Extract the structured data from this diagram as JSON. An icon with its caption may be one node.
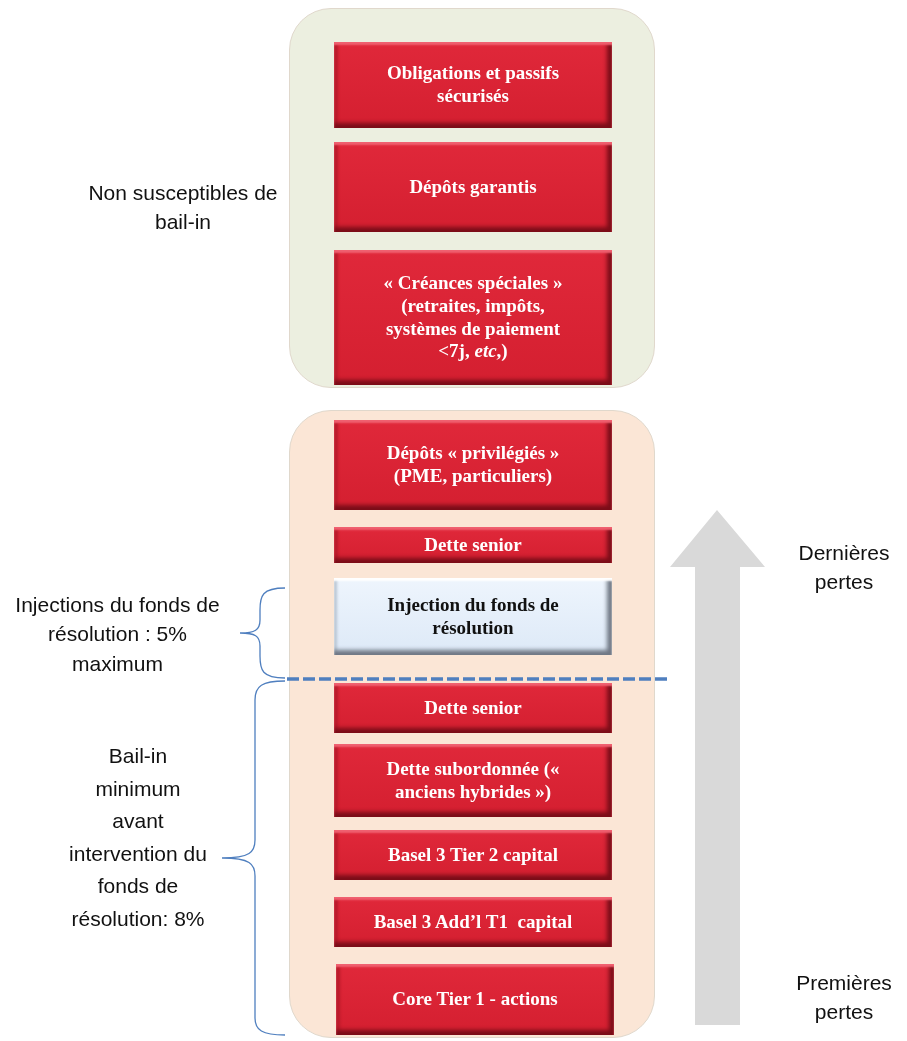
{
  "diagram": {
    "nodes": [
      {
        "text": [],
        "shape": "box"
      },
      {
        "text": [
          "Obligations et passifs sécurisés"
        ],
        "in": 0
      },
      {
        "text": [
          "Dépôts garantis"
        ],
        "in": 0
      },
      {
        "text": [
          "« Créances spéciales » (retraites, impôts, systèmes de paiement <7j, *etc*,)"
        ],
        "in": 0
      },
      {
        "text": [],
        "shape": "box"
      },
      {
        "text": [
          "Dépôts « privilégiés » (PME, particuliers)"
        ],
        "in": 4
      },
      {
        "text": [
          "Dette senior"
        ],
        "in": 4
      },
      {
        "text": [
          "Injection du fonds de résolution"
        ],
        "in": 4
      },
      {
        "text": [
          "Dette senior"
        ],
        "in": 4
      },
      {
        "text": [
          "Dette subordonnée (« anciens hybrides »)"
        ],
        "in": 4
      },
      {
        "text": [
          "Basel 3 Tier 2 capital"
        ],
        "in": 4
      },
      {
        "text": [
          "Basel 3 Add’l T1  capital"
        ],
        "in": 4
      },
      {
        "text": [
          "Core Tier 1 - actions"
        ],
        "in": 4
      }
    ],
    "labels": [
      "Non susceptibles de bail-in",
      "Injections du fonds de résolution : 5% maximum",
      "Dernières pertes",
      "Bail-in minimum avant intervention du fonds de résolution: 8%",
      "Premières pertes"
    ]
  }
}
